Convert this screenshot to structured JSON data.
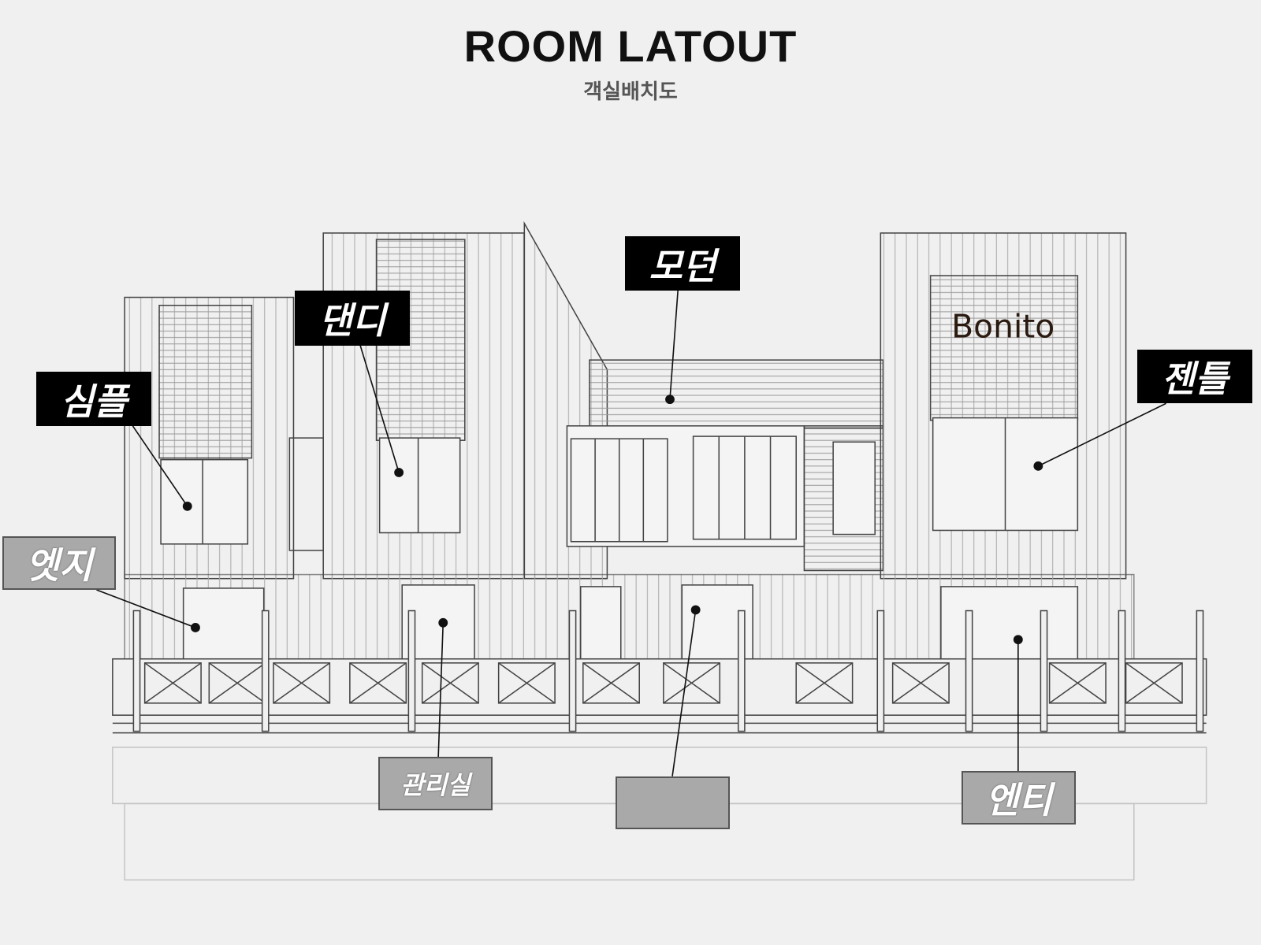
{
  "header": {
    "title": "ROOM LATOUT",
    "subtitle": "객실배치도"
  },
  "sign": "Bonito",
  "rooms": [
    {
      "id": "simple",
      "label": "심플",
      "style": "dark"
    },
    {
      "id": "dandy",
      "label": "댄디",
      "style": "dark"
    },
    {
      "id": "modern",
      "label": "모던",
      "style": "dark"
    },
    {
      "id": "gentle",
      "label": "젠틀",
      "style": "dark"
    },
    {
      "id": "edge",
      "label": "엣지",
      "style": "grey"
    },
    {
      "id": "office",
      "label": "관리실",
      "style": "grey"
    },
    {
      "id": "unnamed",
      "label": "",
      "style": "grey"
    },
    {
      "id": "entity",
      "label": "엔티",
      "style": "grey"
    }
  ],
  "colors": {
    "background": "#f0f0f0",
    "line": "#333333",
    "label_dark": "#000000",
    "label_grey": "#a9a9a9"
  }
}
